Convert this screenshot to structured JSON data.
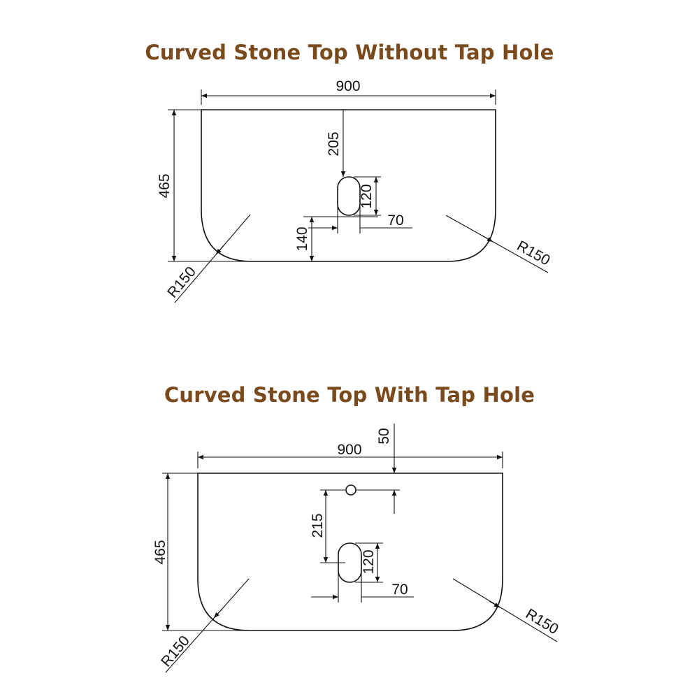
{
  "colors": {
    "title": "#7a4a1c",
    "line": "#111111"
  },
  "drawings": [
    {
      "title": "Curved Stone Top Without Tap Hole",
      "width": "900",
      "depth": "465",
      "waste_from_top": "205",
      "waste_from_bottom": "140",
      "hole_width": "70",
      "hole_height": "120",
      "radius_left": "R150",
      "radius_right": "R150"
    },
    {
      "title": "Curved Stone Top With Tap Hole",
      "width": "900",
      "depth": "465",
      "tap_from_top": "50",
      "tap_to_waste": "215",
      "hole_width": "70",
      "hole_height": "120",
      "radius_left": "R150",
      "radius_right": "R150"
    }
  ]
}
